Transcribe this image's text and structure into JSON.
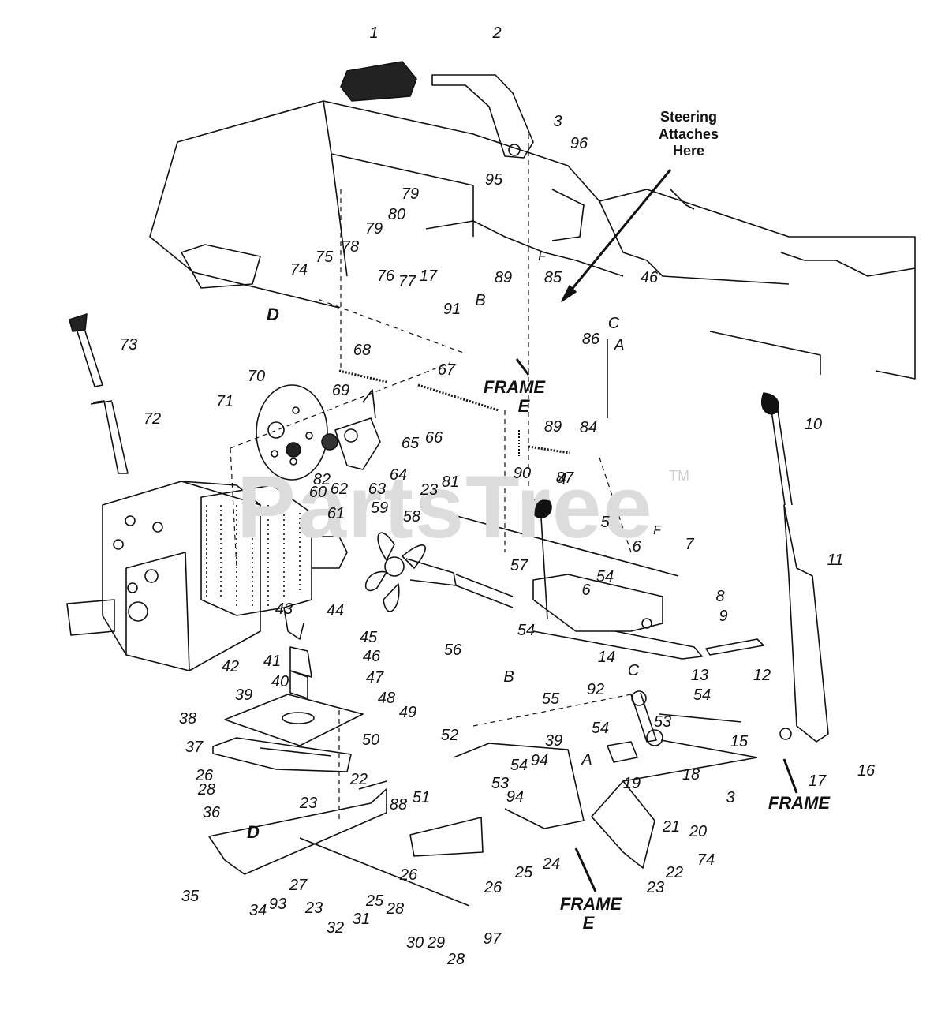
{
  "watermark": {
    "text": "PartsTree",
    "trademark": "TM"
  },
  "note": {
    "line1": "Steering",
    "line2": "Attaches",
    "line3": "Here"
  },
  "labels": {
    "frame_e1_a": "FRAME",
    "frame_e1_b": "E",
    "frame_e2_a": "FRAME",
    "frame_e2_b": "E",
    "frame_17": "FRAME",
    "letter_d1": "D",
    "letter_d2": "D",
    "letter_b1": "B",
    "letter_b2": "B",
    "letter_c1": "C",
    "letter_c2": "C",
    "letter_a1": "A",
    "letter_a2": "A",
    "letter_f1": "F",
    "letter_f2": "F"
  },
  "callouts": [
    {
      "id": "c1",
      "text": "1"
    },
    {
      "id": "c2",
      "text": "2"
    },
    {
      "id": "c3",
      "text": "3"
    },
    {
      "id": "c96",
      "text": "96"
    },
    {
      "id": "c95",
      "text": "95"
    },
    {
      "id": "c79a",
      "text": "79"
    },
    {
      "id": "c80",
      "text": "80"
    },
    {
      "id": "c79b",
      "text": "79"
    },
    {
      "id": "c78",
      "text": "78"
    },
    {
      "id": "c46a",
      "text": "46"
    },
    {
      "id": "c74a",
      "text": "74"
    },
    {
      "id": "c75",
      "text": "75"
    },
    {
      "id": "c76",
      "text": "76"
    },
    {
      "id": "c77",
      "text": "77"
    },
    {
      "id": "c17a",
      "text": "17"
    },
    {
      "id": "c89a",
      "text": "89"
    },
    {
      "id": "c85",
      "text": "85"
    },
    {
      "id": "c91",
      "text": "91"
    },
    {
      "id": "c86",
      "text": "86"
    },
    {
      "id": "c73",
      "text": "73"
    },
    {
      "id": "c68",
      "text": "68"
    },
    {
      "id": "c67",
      "text": "67"
    },
    {
      "id": "c84",
      "text": "84"
    },
    {
      "id": "c70",
      "text": "70"
    },
    {
      "id": "c69",
      "text": "69"
    },
    {
      "id": "c71",
      "text": "71"
    },
    {
      "id": "c72",
      "text": "72"
    },
    {
      "id": "c66",
      "text": "66"
    },
    {
      "id": "c65",
      "text": "65"
    },
    {
      "id": "c89b",
      "text": "89"
    },
    {
      "id": "c10",
      "text": "10"
    },
    {
      "id": "c82",
      "text": "82"
    },
    {
      "id": "c62",
      "text": "62"
    },
    {
      "id": "c63",
      "text": "63"
    },
    {
      "id": "c64",
      "text": "64"
    },
    {
      "id": "c23a",
      "text": "23"
    },
    {
      "id": "c81",
      "text": "81"
    },
    {
      "id": "c90",
      "text": "90"
    },
    {
      "id": "c87",
      "text": "87"
    },
    {
      "id": "c60",
      "text": "60"
    },
    {
      "id": "c61",
      "text": "61"
    },
    {
      "id": "c59",
      "text": "59"
    },
    {
      "id": "c4",
      "text": "4"
    },
    {
      "id": "c58",
      "text": "58"
    },
    {
      "id": "c5",
      "text": "5"
    },
    {
      "id": "c11",
      "text": "11"
    },
    {
      "id": "c57",
      "text": "57"
    },
    {
      "id": "c6a",
      "text": "6"
    },
    {
      "id": "c7",
      "text": "7"
    },
    {
      "id": "c44",
      "text": "44"
    },
    {
      "id": "c54a",
      "text": "54"
    },
    {
      "id": "c6b",
      "text": "6"
    },
    {
      "id": "c8",
      "text": "8"
    },
    {
      "id": "c43",
      "text": "43"
    },
    {
      "id": "c9",
      "text": "9"
    },
    {
      "id": "c56",
      "text": "56"
    },
    {
      "id": "c45",
      "text": "45"
    },
    {
      "id": "c42",
      "text": "42"
    },
    {
      "id": "c46b",
      "text": "46"
    },
    {
      "id": "c54b",
      "text": "54"
    },
    {
      "id": "c12",
      "text": "12"
    },
    {
      "id": "c14",
      "text": "14"
    },
    {
      "id": "c13",
      "text": "13"
    },
    {
      "id": "c47",
      "text": "47"
    },
    {
      "id": "c41",
      "text": "41"
    },
    {
      "id": "c40",
      "text": "40"
    },
    {
      "id": "c39a",
      "text": "39"
    },
    {
      "id": "c48",
      "text": "48"
    },
    {
      "id": "c55",
      "text": "55"
    },
    {
      "id": "c92",
      "text": "92"
    },
    {
      "id": "c54c",
      "text": "54"
    },
    {
      "id": "c49",
      "text": "49"
    },
    {
      "id": "c38",
      "text": "38"
    },
    {
      "id": "c53a",
      "text": "53"
    },
    {
      "id": "c54d",
      "text": "54"
    },
    {
      "id": "c15",
      "text": "15"
    },
    {
      "id": "c16",
      "text": "16"
    },
    {
      "id": "c50",
      "text": "50"
    },
    {
      "id": "c37",
      "text": "37"
    },
    {
      "id": "c52",
      "text": "52"
    },
    {
      "id": "c39b",
      "text": "39"
    },
    {
      "id": "c94a",
      "text": "94"
    },
    {
      "id": "c54e",
      "text": "54"
    },
    {
      "id": "c19",
      "text": "19"
    },
    {
      "id": "c18",
      "text": "18"
    },
    {
      "id": "c3b",
      "text": "3"
    },
    {
      "id": "c17b",
      "text": "17"
    },
    {
      "id": "c26a",
      "text": "26"
    },
    {
      "id": "c22a",
      "text": "22"
    },
    {
      "id": "c28a",
      "text": "28"
    },
    {
      "id": "c23b",
      "text": "23"
    },
    {
      "id": "c53b",
      "text": "53"
    },
    {
      "id": "c36",
      "text": "36"
    },
    {
      "id": "c88",
      "text": "88"
    },
    {
      "id": "c51",
      "text": "51"
    },
    {
      "id": "c94b",
      "text": "94"
    },
    {
      "id": "c21",
      "text": "21"
    },
    {
      "id": "c20",
      "text": "20"
    },
    {
      "id": "c74b",
      "text": "74"
    },
    {
      "id": "c35",
      "text": "35"
    },
    {
      "id": "c25a",
      "text": "25"
    },
    {
      "id": "c24",
      "text": "24"
    },
    {
      "id": "c22b",
      "text": "22"
    },
    {
      "id": "c23c",
      "text": "23"
    },
    {
      "id": "c26b",
      "text": "26"
    },
    {
      "id": "c34",
      "text": "34"
    },
    {
      "id": "c27",
      "text": "27"
    },
    {
      "id": "c26c",
      "text": "26"
    },
    {
      "id": "c93",
      "text": "93"
    },
    {
      "id": "c23d",
      "text": "23"
    },
    {
      "id": "c31",
      "text": "31"
    },
    {
      "id": "c25b",
      "text": "25"
    },
    {
      "id": "c28b",
      "text": "28"
    },
    {
      "id": "c32",
      "text": "32"
    },
    {
      "id": "c30",
      "text": "30"
    },
    {
      "id": "c29",
      "text": "29"
    },
    {
      "id": "c97",
      "text": "97"
    },
    {
      "id": "c28c",
      "text": "28"
    }
  ]
}
